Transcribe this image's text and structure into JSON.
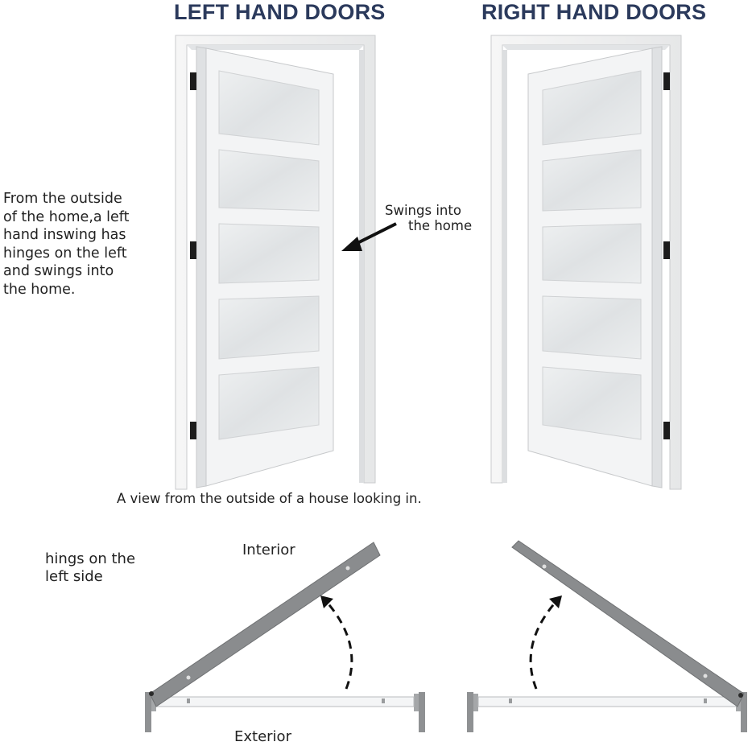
{
  "headings": {
    "left": "LEFT HAND DOORS",
    "right": "RIGHT HAND DOORS"
  },
  "explanation": {
    "lines": [
      "From the outside",
      "of the home,a left",
      "hand inswing has",
      "hinges on the left",
      "and swings into",
      "the home."
    ]
  },
  "swing_callout": {
    "line1": "Swings into",
    "line2": "the home"
  },
  "view_caption": "A view from the outside of a house looking in.",
  "plan_diagram": {
    "hinge_note_line1": "hings on the",
    "hinge_note_line2": "left side",
    "interior_label": "Interior",
    "exterior_label": "Exterior"
  },
  "colors": {
    "heading": "#2b3a5c",
    "door_panel": "#f3f4f5",
    "glass": "#e4e6e8",
    "hinge": "#1c1c1c",
    "plan_door": "#8a8c8e"
  }
}
